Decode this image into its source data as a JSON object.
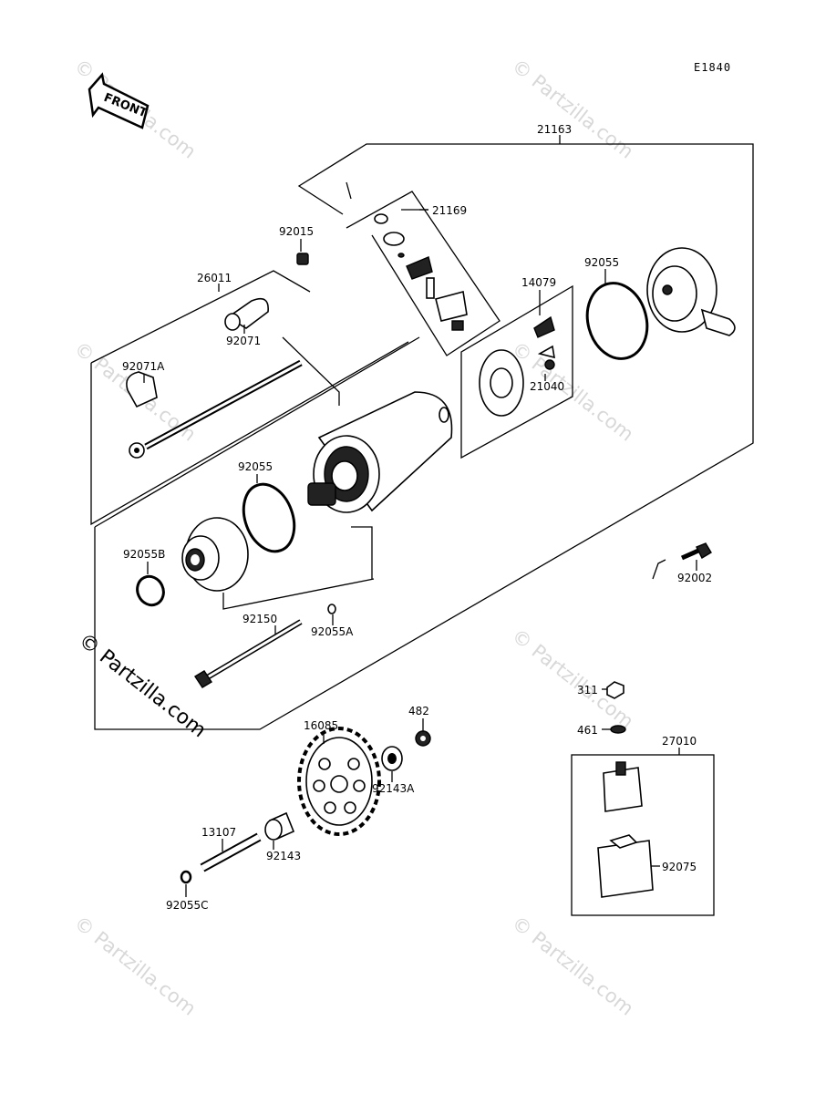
{
  "diagram_code": "E1840",
  "front_label": "FRONT",
  "watermark": "© Partzilla.com",
  "parts": {
    "p21163": "21163",
    "p21169": "21169",
    "p92015": "92015",
    "p26011": "26011",
    "p92071": "92071",
    "p92071A": "92071A",
    "p14079": "14079",
    "p92055_top": "92055",
    "p21040": "21040",
    "p92055_mid": "92055",
    "p92055B": "92055B",
    "p92002": "92002",
    "p92150": "92150",
    "p92055A": "92055A",
    "p311": "311",
    "p461": "461",
    "p482": "482",
    "p16085": "16085",
    "p92143A": "92143A",
    "p27010": "27010",
    "p13107": "13107",
    "p92143": "92143",
    "p92055C": "92055C",
    "p92075": "92075"
  }
}
